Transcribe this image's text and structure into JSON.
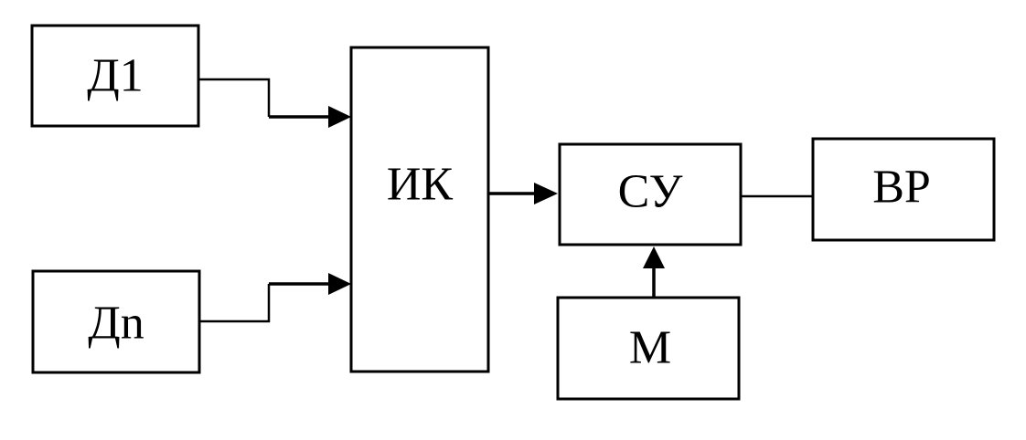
{
  "diagram": {
    "type": "block-diagram",
    "blocks": {
      "d1": {
        "label": "Д1"
      },
      "dn": {
        "label": "Дn"
      },
      "ik": {
        "label": "ИК"
      },
      "su": {
        "label": "СУ"
      },
      "vr": {
        "label": "ВР"
      },
      "m": {
        "label": "М"
      }
    },
    "connections": [
      {
        "from": "Д1",
        "to": "ИК",
        "arrow": true
      },
      {
        "from": "Дn",
        "to": "ИК",
        "arrow": true
      },
      {
        "from": "ИК",
        "to": "СУ",
        "arrow": true
      },
      {
        "from": "СУ",
        "to": "ВР",
        "arrow": false
      },
      {
        "from": "М",
        "to": "СУ",
        "arrow": true
      }
    ]
  }
}
